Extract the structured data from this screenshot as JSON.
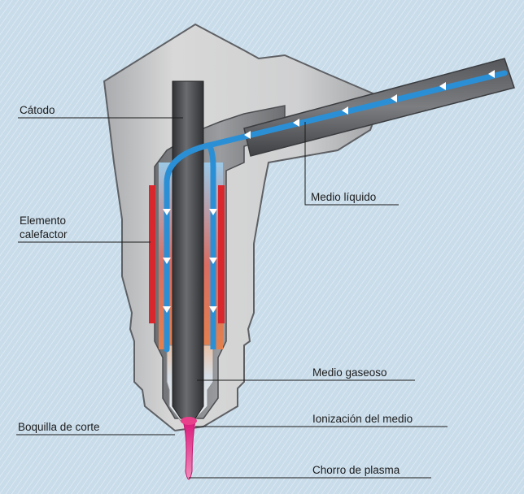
{
  "labels": {
    "cathode": "Cátodo",
    "heating_element_line1": "Elemento",
    "heating_element_line2": "calefactor",
    "liquid_medium": "Medio líquido",
    "gaseous_medium": "Medio gaseoso",
    "cutting_nozzle": "Boquilla de corte",
    "medium_ionization": "Ionización del medio",
    "plasma_jet": "Chorro de plasma"
  },
  "colors": {
    "background": "#c7dbe8",
    "torch_body": "#c9c9c9",
    "torch_inner": "#8b8d90",
    "cathode": "#4a4c50",
    "liquid_flow": "#2b8fd6",
    "heating": "#d9272e",
    "plasma": "#e8408a"
  }
}
